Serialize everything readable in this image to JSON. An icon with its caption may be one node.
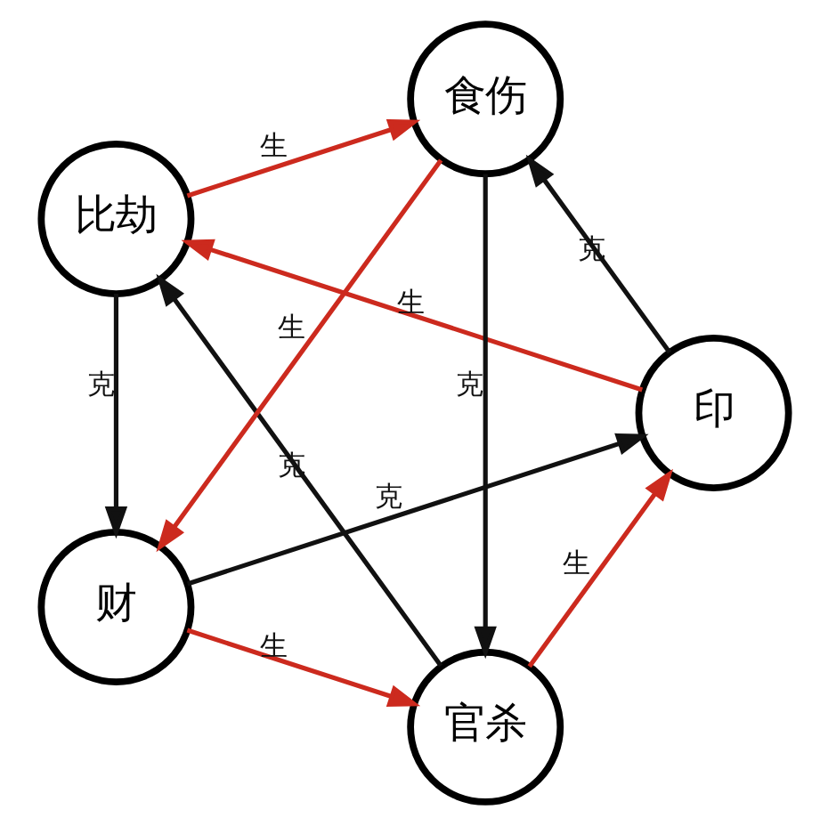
{
  "diagram": {
    "nodes": [
      {
        "text": [
          "官杀"
        ]
      },
      {
        "text": [
          "印"
        ]
      },
      {
        "text": [
          "比劫"
        ]
      },
      {
        "text": [
          "食伤"
        ]
      },
      {
        "text": [
          "财"
        ]
      }
    ],
    "edges": [
      {
        "from": 0,
        "to": 1,
        "arrow": "to",
        "label": "生",
        "color": "#cc2a1e"
      },
      {
        "from": 1,
        "to": 2,
        "arrow": "to",
        "label": "生",
        "color": "#cc2a1e"
      },
      {
        "from": 2,
        "to": 3,
        "arrow": "to",
        "label": "生",
        "color": "#cc2a1e"
      },
      {
        "from": 3,
        "to": 4,
        "arrow": "to",
        "label": "生",
        "color": "#cc2a1e"
      },
      {
        "from": 4,
        "to": 0,
        "arrow": "to",
        "label": "生",
        "color": "#cc2a1e"
      },
      {
        "from": 0,
        "to": 2,
        "arrow": "to",
        "label": "克",
        "color": "#111111"
      },
      {
        "from": 1,
        "to": 3,
        "arrow": "to",
        "label": "克",
        "color": "#111111"
      },
      {
        "from": 2,
        "to": 4,
        "arrow": "to",
        "label": "克",
        "color": "#111111"
      },
      {
        "from": 3,
        "to": 0,
        "arrow": "to",
        "label": "克",
        "color": "#111111"
      },
      {
        "from": 4,
        "to": 1,
        "arrow": "to",
        "label": "克",
        "color": "#111111"
      }
    ]
  }
}
